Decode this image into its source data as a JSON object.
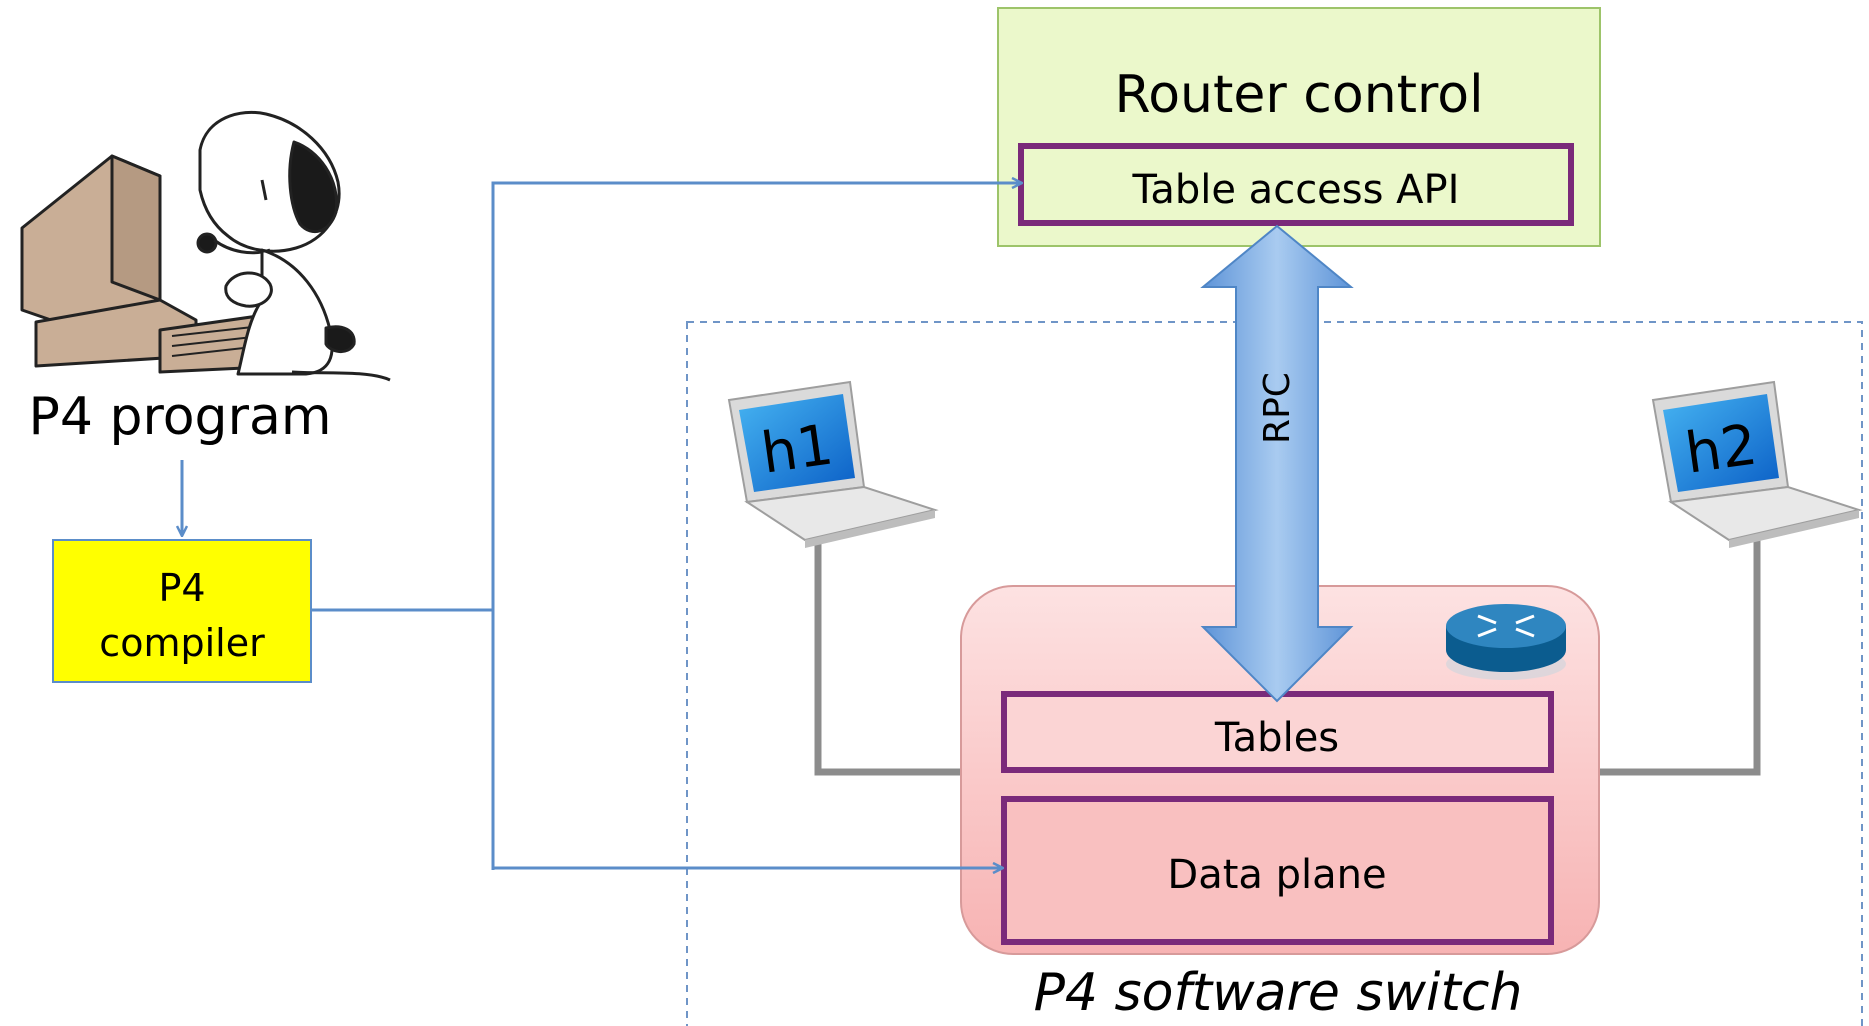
{
  "program": {
    "label": "P4 program"
  },
  "compiler": {
    "label_line1": "P4",
    "label_line2": "compiler",
    "fill": "#FFFF00"
  },
  "router_control": {
    "title": "Router control",
    "api": "Table access API",
    "fill": "#EBF8CB"
  },
  "rpc": {
    "label": "RPC"
  },
  "switch": {
    "caption": "P4 software switch",
    "tables": "Tables",
    "data_plane": "Data plane",
    "fill": "#FBC9C9"
  },
  "hosts": [
    {
      "label": "h1"
    },
    {
      "label": "h2"
    }
  ],
  "colors": {
    "arrow": "#5B8DC9",
    "frame": "#7A2A7A",
    "wire": "#8C8C8C",
    "dashed": "#6F95C7"
  }
}
